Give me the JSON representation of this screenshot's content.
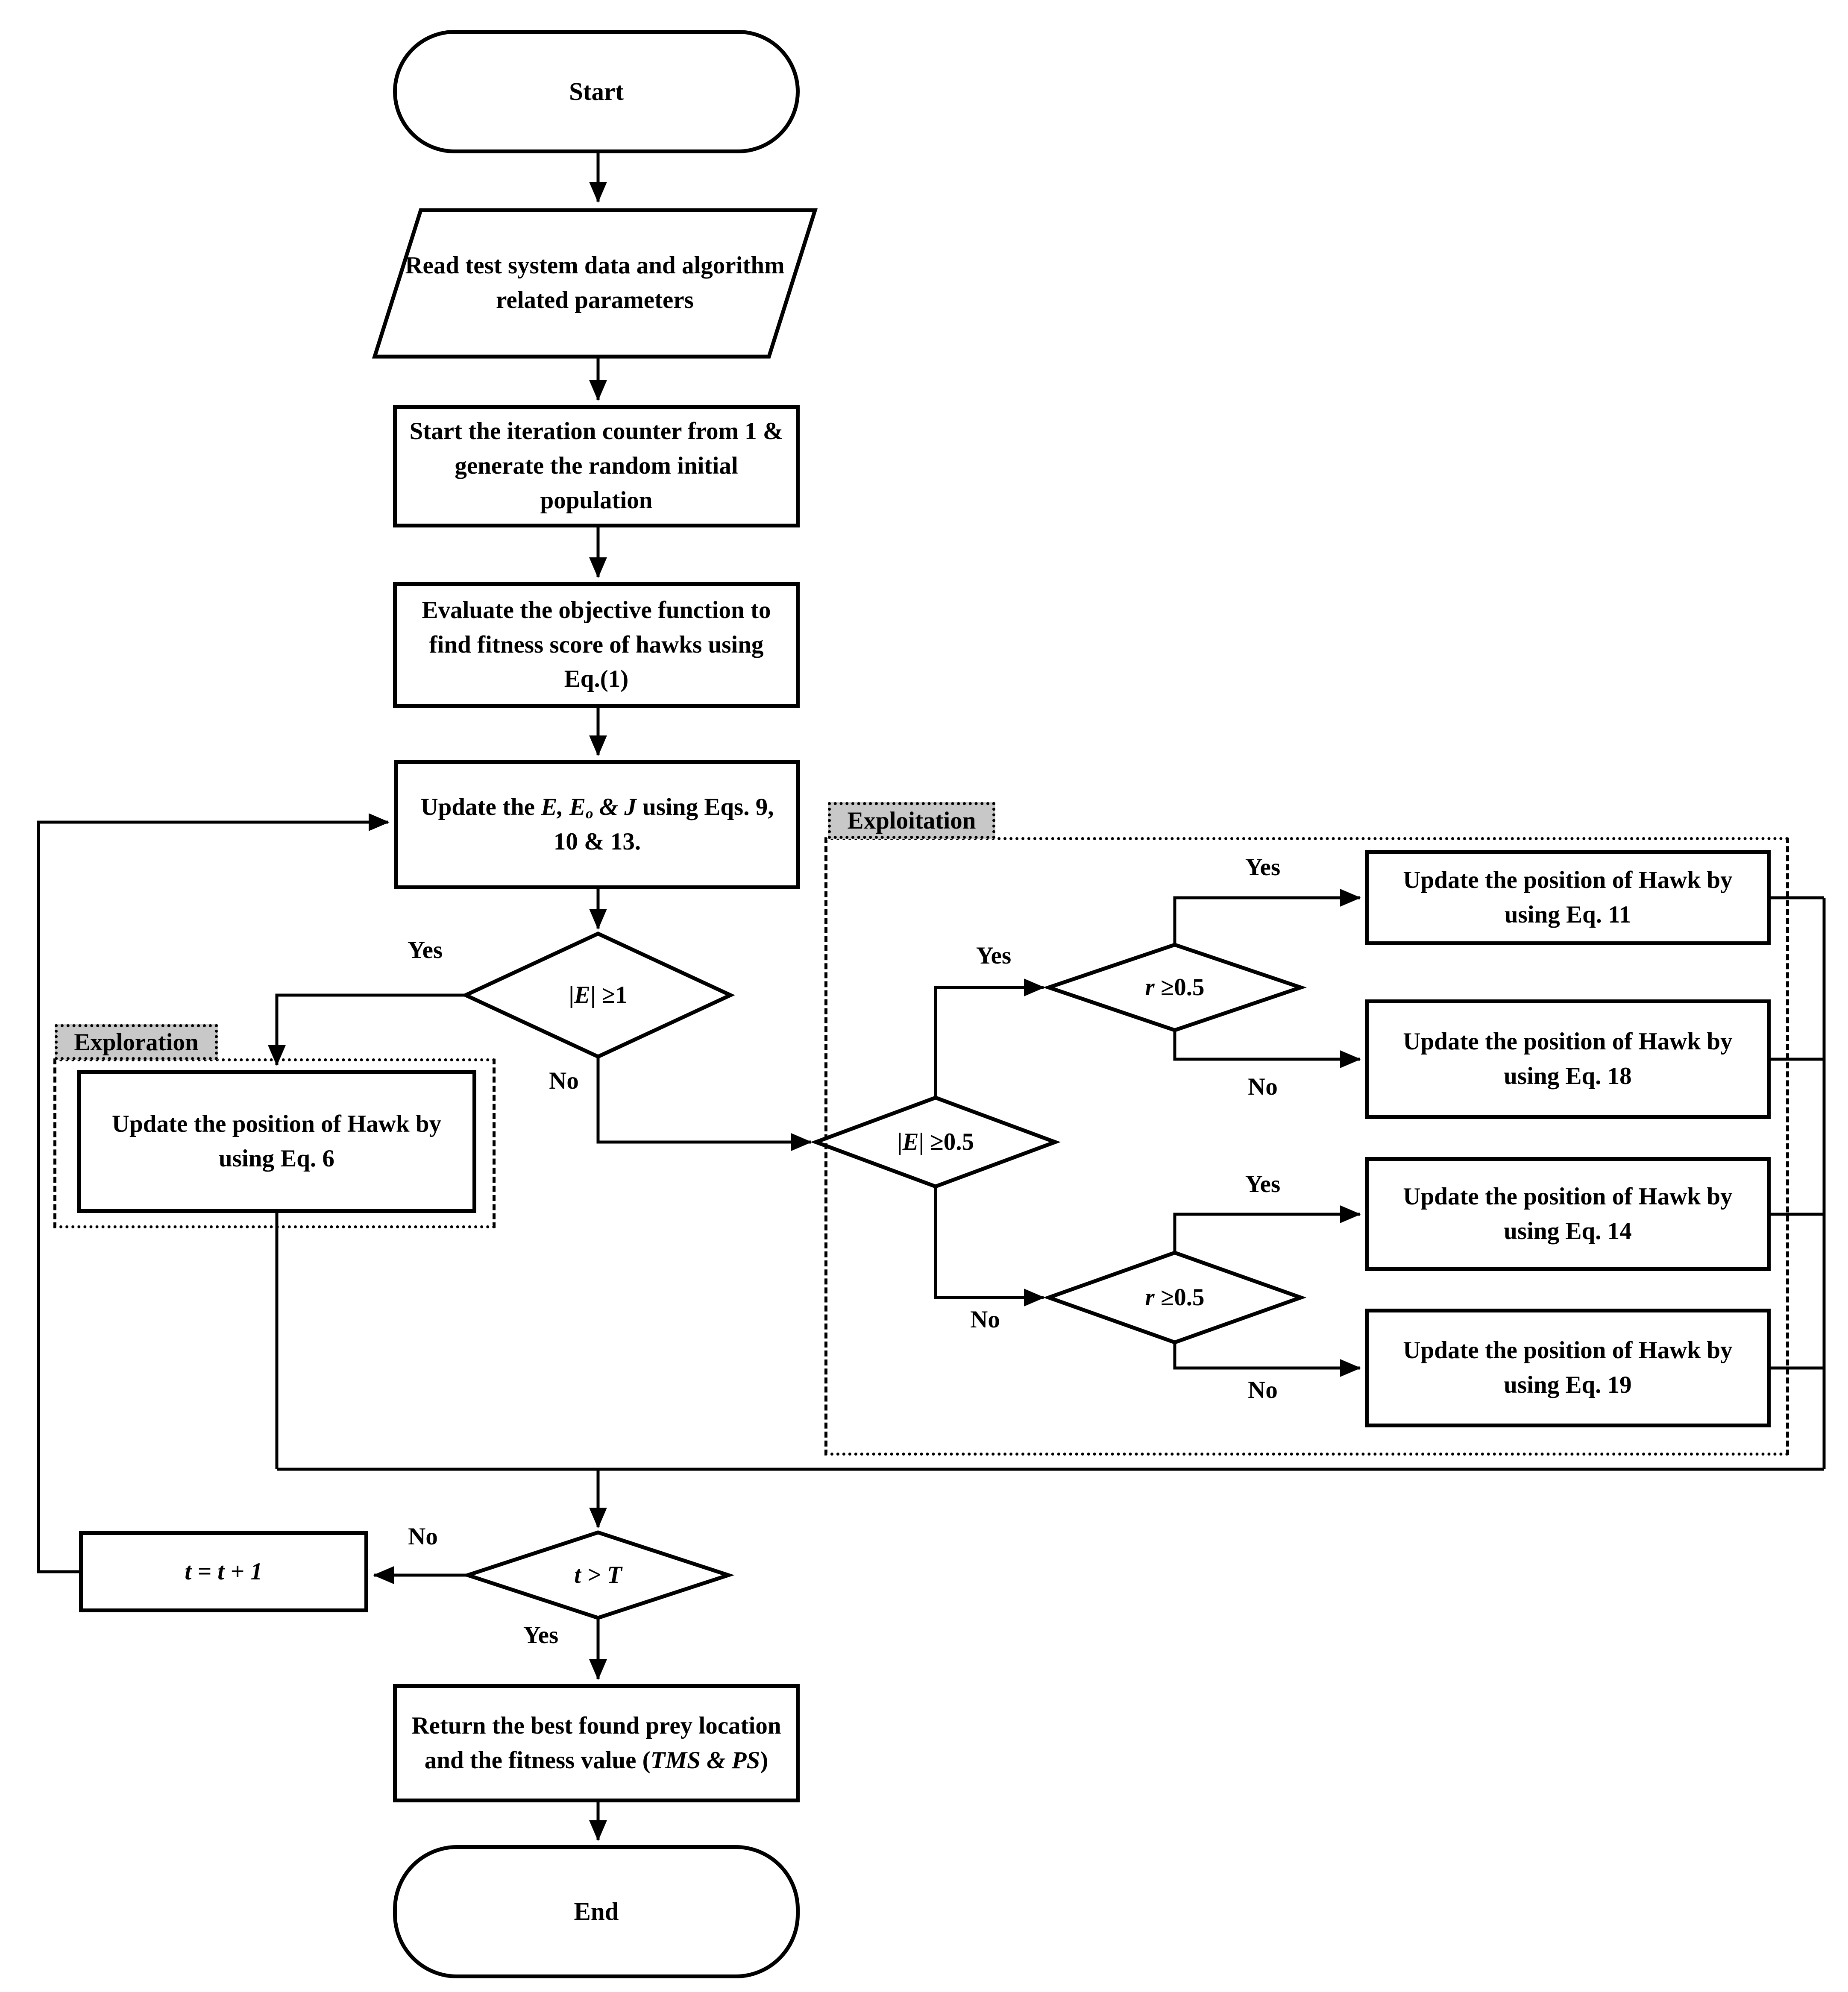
{
  "diagram": {
    "title": "Harris Hawks Optimization flowchart",
    "colors": {
      "line": "#000000",
      "shape_fill": "#ffffff",
      "zone_label_bg": "#c8c8c8",
      "background": "#ffffff"
    },
    "nodes": {
      "start": {
        "label": "Start"
      },
      "read_data": {
        "label": "Read test system data and algorithm related parameters"
      },
      "init_population": {
        "label": "Start the iteration counter from 1 & generate the random initial population"
      },
      "evaluate_fitness": {
        "label": "Evaluate the objective function to find fitness score of hawks using Eq.(1)"
      },
      "update_energy": {
        "segments": [
          {
            "t": "Update the "
          },
          {
            "t": "E, E",
            "s": "it"
          },
          {
            "t": "o",
            "s": "it sub"
          },
          {
            "t": " & J",
            "s": "it"
          },
          {
            "t": " using Eqs. 9, 10 & 13."
          }
        ]
      },
      "cond_abs_e_ge_1": {
        "segments": [
          {
            "t": "|"
          },
          {
            "t": "E",
            "s": "it"
          },
          {
            "t": "| ≥1"
          }
        ]
      },
      "exploration_zone": {
        "label": "Exploration"
      },
      "update_eq6": {
        "label": "Update the position of Hawk by using Eq. 6"
      },
      "exploitation_zone": {
        "label": "Exploitation"
      },
      "cond_abs_e_ge_05": {
        "segments": [
          {
            "t": "|"
          },
          {
            "t": "E",
            "s": "it"
          },
          {
            "t": "| ≥0.5"
          }
        ]
      },
      "cond_r_top": {
        "segments": [
          {
            "t": "r",
            "s": "it"
          },
          {
            "t": " ≥0.5"
          }
        ]
      },
      "cond_r_bottom": {
        "segments": [
          {
            "t": "r",
            "s": "it"
          },
          {
            "t": " ≥0.5"
          }
        ]
      },
      "update_eq11": {
        "label": "Update the position of Hawk by using Eq. 11"
      },
      "update_eq18": {
        "label": "Update the position of Hawk by using Eq. 18"
      },
      "update_eq14": {
        "label": "Update the position of Hawk by using Eq. 14"
      },
      "update_eq19": {
        "label": "Update the position of Hawk by using Eq. 19"
      },
      "cond_t_gt_T": {
        "segments": [
          {
            "t": "t > T",
            "s": "it"
          }
        ]
      },
      "increment_t": {
        "segments": [
          {
            "t": "t = t + 1",
            "s": "it"
          }
        ]
      },
      "return_best": {
        "segments": [
          {
            "t": "Return the best found prey location and the fitness value ("
          },
          {
            "t": "TMS & PS",
            "s": "it"
          },
          {
            "t": ")"
          }
        ]
      },
      "end": {
        "label": "End"
      }
    },
    "edge_labels": {
      "e1_yes": "Yes",
      "e1_no": "No",
      "e05_yes": "Yes",
      "e05_no": "No",
      "rtop_yes": "Yes",
      "rtop_no": "No",
      "rbot_yes": "Yes",
      "rbot_no": "No",
      "t_no": "No",
      "t_yes": "Yes"
    }
  }
}
